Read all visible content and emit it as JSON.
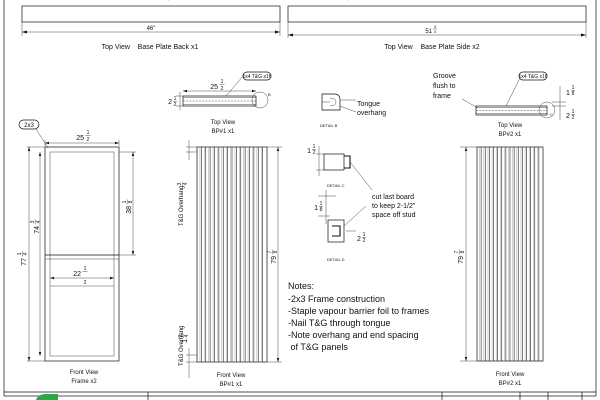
{
  "title_block": {
    "brand_color": "#2aa84a"
  },
  "views": {
    "base_back": {
      "dim_length": "46\"",
      "caption": "Top View    Base Plate Back x1"
    },
    "base_side": {
      "dim_whole": "51",
      "dim_frac": [
        "3",
        "4"
      ],
      "caption": "Top View    Base Plate Side x2"
    },
    "frame": {
      "callout": "2x3",
      "width": {
        "whole": "25",
        "frac": [
          "1",
          "2"
        ]
      },
      "height": {
        "whole": "74",
        "frac": [
          "3",
          "4"
        ]
      },
      "overall_height": {
        "whole": "77",
        "frac": [
          "1",
          "4"
        ]
      },
      "upper_height": {
        "whole": "38",
        "frac": [
          "1",
          "8"
        ]
      },
      "lower_width": {
        "whole": "22",
        "frac": [
          "1",
          "2"
        ]
      },
      "caption_line1": "Front View",
      "caption_line2": "Frame x2"
    },
    "bp1_top": {
      "callout": "1x4 T&G x16",
      "width": {
        "whole": "25",
        "frac": [
          "1",
          "2"
        ]
      },
      "depth": {
        "whole": "2",
        "frac": [
          "1",
          "2"
        ]
      },
      "detail_letter": "B",
      "caption_line1": "Top View",
      "caption_line2": "BP#1 x1"
    },
    "bp1_front": {
      "overhang_top": {
        "whole": "",
        "frac": [
          "3",
          "4"
        ]
      },
      "overhang_top_label": "T&G Overhang",
      "overhang_bottom": {
        "whole": "1",
        "frac": [
          "3",
          "4"
        ]
      },
      "overhang_bottom_label": "T&G Overhang",
      "height": {
        "whole": "79",
        "frac": [
          "7",
          "8"
        ]
      },
      "caption_line1": "Front View",
      "caption_line2": "BP#1 x1"
    },
    "detail_b": {
      "label": "DETAIL B",
      "callout_line1": "Tongue",
      "callout_line2": "overhang"
    },
    "detail_c": {
      "label": "DETAIL C",
      "dim": {
        "whole": "1",
        "frac": [
          "1",
          "2"
        ]
      }
    },
    "detail_d": {
      "label": "DETAIL D",
      "dim_top": {
        "whole": "1",
        "frac": [
          "1",
          "8"
        ]
      },
      "dim_side": {
        "whole": "2",
        "frac": [
          "1",
          "2"
        ]
      }
    },
    "cut_note": [
      "cut last board",
      "to keep 2-1/2\"",
      "space off stud"
    ],
    "bp2_top": {
      "callout": "1x4 T&G x16",
      "groove_note": [
        "Groove",
        "flush to",
        "frame"
      ],
      "dim_top": {
        "whole": "1",
        "frac": [
          "1",
          "8"
        ]
      },
      "dim_side": {
        "whole": "2",
        "frac": [
          "1",
          "2"
        ]
      },
      "detail_letter": "C",
      "caption_line1": "Top View",
      "caption_line2": "BP#2 x1"
    },
    "bp2_front": {
      "height": {
        "whole": "79",
        "frac": [
          "7",
          "8"
        ]
      },
      "caption_line1": "Front View",
      "caption_line2": "BP#2 x1"
    }
  },
  "notes": {
    "heading": "Notes:",
    "items": [
      "-2x3 Frame construction",
      "-Staple vapour barrier foil to frames",
      "-Nail T&G through tongue",
      "-Note overhang and end spacing",
      " of T&G panels"
    ]
  }
}
